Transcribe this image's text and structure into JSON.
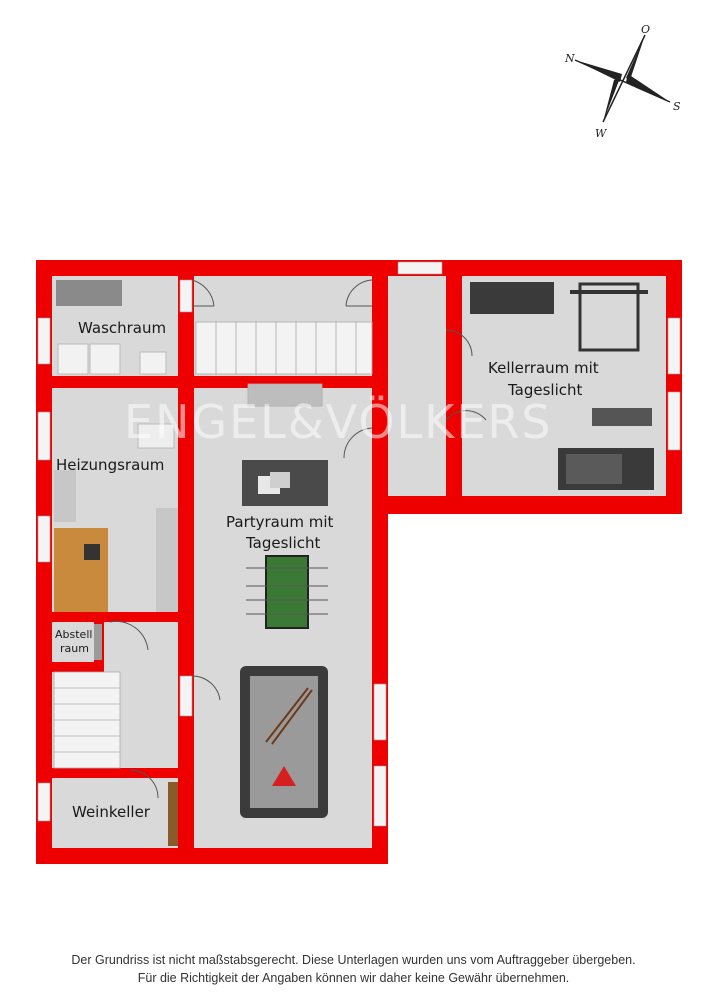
{
  "compass": {
    "north": "O",
    "east": "S",
    "south": "W",
    "west": "N"
  },
  "watermark": "ENGEL&VÖLKERS",
  "rooms": {
    "waschraum": "Waschraum",
    "heizungsraum": "Heizungsraum",
    "abstellraum_line1": "Abstell",
    "abstellraum_line2": "raum",
    "weinkeller": "Weinkeller",
    "partyraum_line1": "Partyraum mit",
    "partyraum_line2": "Tageslicht",
    "kellerraum_line1": "Kellerraum mit",
    "kellerraum_line2": "Tageslicht"
  },
  "disclaimer": {
    "line1": "Der Grundriss ist nicht maßstabsgerecht. Diese Unterlagen wurden uns vom Auftraggeber übergeben.",
    "line2": "Für die Richtigkeit der Angaben können wir daher keine Gewähr übernehmen."
  },
  "colors": {
    "wall": "#ee0000",
    "floor": "#d9d9d9",
    "window": "#f4f4f4"
  }
}
